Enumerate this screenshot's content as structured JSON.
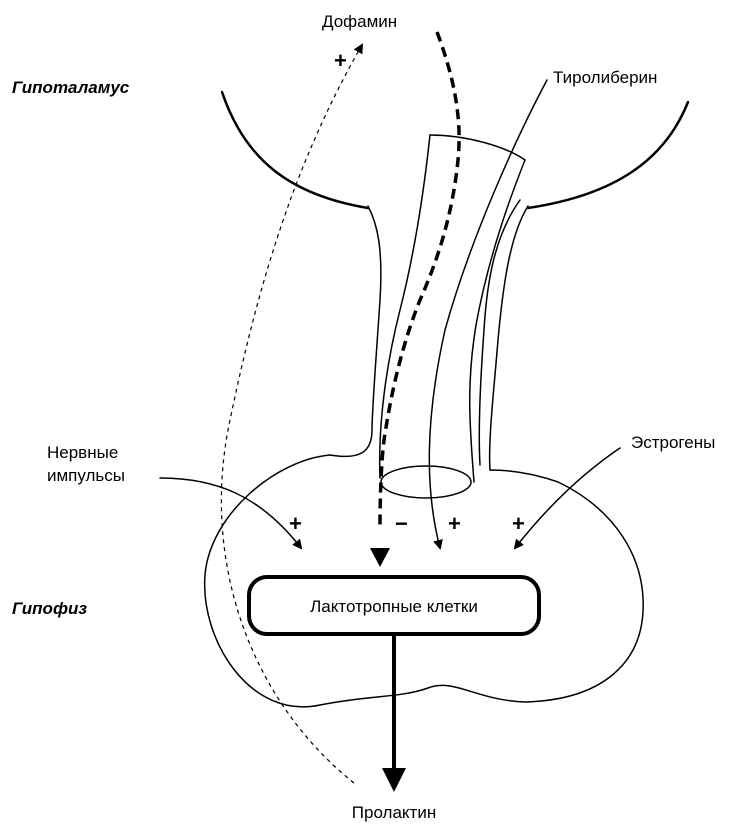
{
  "regions": {
    "hypothalamus": "Гипоталамус",
    "pituitary": "Гипофиз"
  },
  "labels": {
    "dopamine": "Дофамин",
    "trh": "Тиролиберин",
    "nerve_line1": "Нервные",
    "nerve_line2": "импульсы",
    "estrogens": "Эстрогены",
    "lactotroph_cells": "Лактотропные клетки",
    "prolactin": "Пролактин"
  },
  "signs": {
    "prolactin_to_dopamine": "+",
    "nerve_impulses": "+",
    "dopamine_effect": "−",
    "trh_effect": "+",
    "estrogens_effect": "+"
  }
}
